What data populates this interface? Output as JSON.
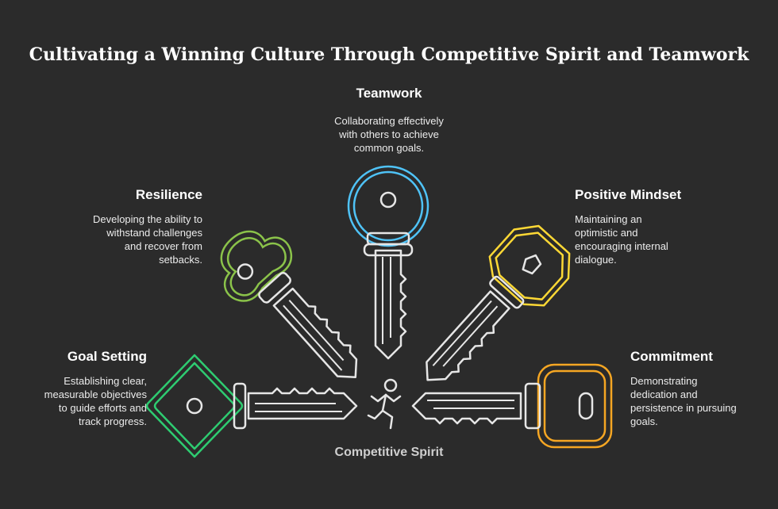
{
  "title": "Cultivating a Winning Culture Through Competitive Spirit and Teamwork",
  "center": {
    "label": "Competitive Spirit",
    "icon": "running-person-icon"
  },
  "items": [
    {
      "id": "teamwork",
      "heading": "Teamwork",
      "text": [
        "Collaborating effectively",
        "with others to achieve",
        "common goals."
      ],
      "color": "#4fc3f7",
      "icon": "key-icon"
    },
    {
      "id": "resilience",
      "heading": "Resilience",
      "text": [
        "Developing the ability to",
        "withstand challenges",
        "and recover from",
        "setbacks."
      ],
      "color": "#8bc34a",
      "icon": "key-icon"
    },
    {
      "id": "positive-mindset",
      "heading": "Positive Mindset",
      "text": [
        "Maintaining an",
        "optimistic and",
        "encouraging internal",
        "dialogue."
      ],
      "color": "#fdd835",
      "icon": "key-icon"
    },
    {
      "id": "goal-setting",
      "heading": "Goal Setting",
      "text": [
        "Establishing clear,",
        "measurable objectives",
        "to guide efforts and",
        "track progress."
      ],
      "color": "#2ecc71",
      "icon": "key-icon"
    },
    {
      "id": "commitment",
      "heading": "Commitment",
      "text": [
        "Demonstrating",
        "dedication and",
        "persistence in pursuing",
        "goals."
      ],
      "color": "#f5a623",
      "icon": "key-icon"
    }
  ]
}
